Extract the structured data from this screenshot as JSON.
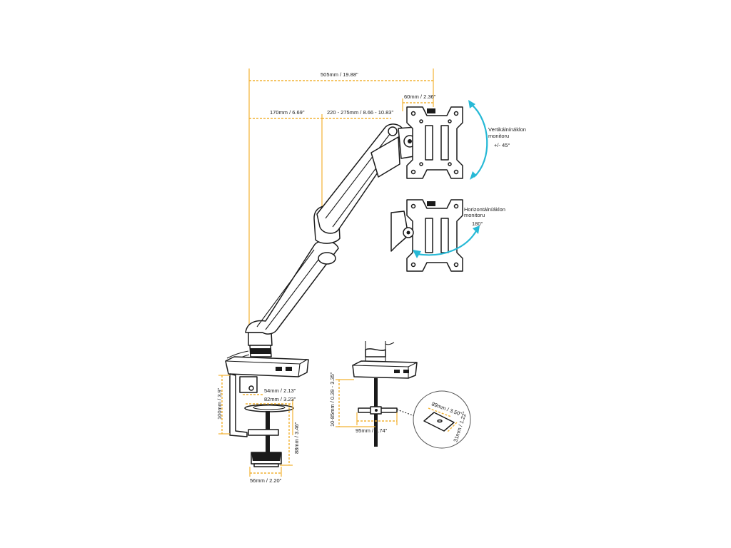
{
  "dimensions": {
    "total_reach": "505mm / 19.88\"",
    "vesa_plate": "60mm / 2.36\"",
    "lower_arm": "170mm / 6.69\"",
    "upper_arm": "220 - 275mm / 8.66 - 10.83\"",
    "clamp_base_width": "54mm / 2.13\"",
    "clamp_plate_width": "82mm / 3.23\"",
    "clamp_height": "100mm / 3.9\"",
    "clamp_screw_height": "88mm / 3.46\"",
    "clamp_knob_width": "56mm / 2.20\"",
    "grommet_range": "10-85mm / 0.39 - 3.35\"",
    "grommet_plate_width": "95mm / 3.74\"",
    "plate_length": "89mm / 3.50\"",
    "plate_width": "31mm / 1.22\""
  },
  "captions": {
    "vertical_tilt_line1": "Vertikálnínáklon",
    "vertical_tilt_line2": "monitoru",
    "vertical_tilt_value": "+/- 45°",
    "horizontal_tilt_line1": "Horizontálníáklon",
    "horizontal_tilt_line2": "monitoru",
    "horizontal_tilt_value": "180°"
  },
  "colors": {
    "dimension": "#f2b233",
    "rotation_arrow": "#27b9d6",
    "line_art": "#1a1a1a"
  }
}
